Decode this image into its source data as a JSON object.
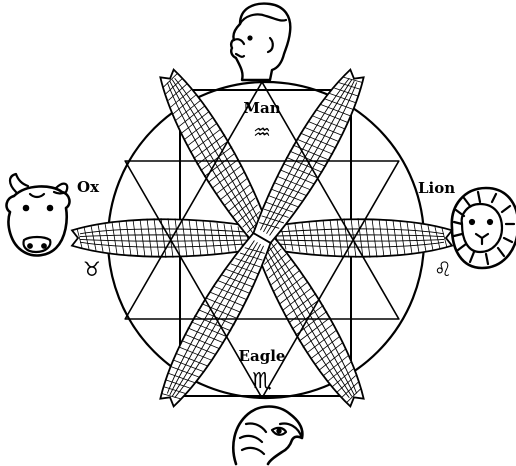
{
  "labels": {
    "man": "Man",
    "lion": "Lion",
    "ox": "Ox",
    "eagle": "Eagle"
  },
  "symbols": {
    "aquarius": "♒",
    "leo": "♌",
    "taurus": "♉",
    "scorpio": "♏"
  },
  "wings": {
    "count": 6,
    "pair_angles_deg": [
      0,
      60,
      120
    ],
    "feather_rows": 5
  },
  "colors": {
    "ink": "#000000",
    "paper": "#ffffff"
  }
}
